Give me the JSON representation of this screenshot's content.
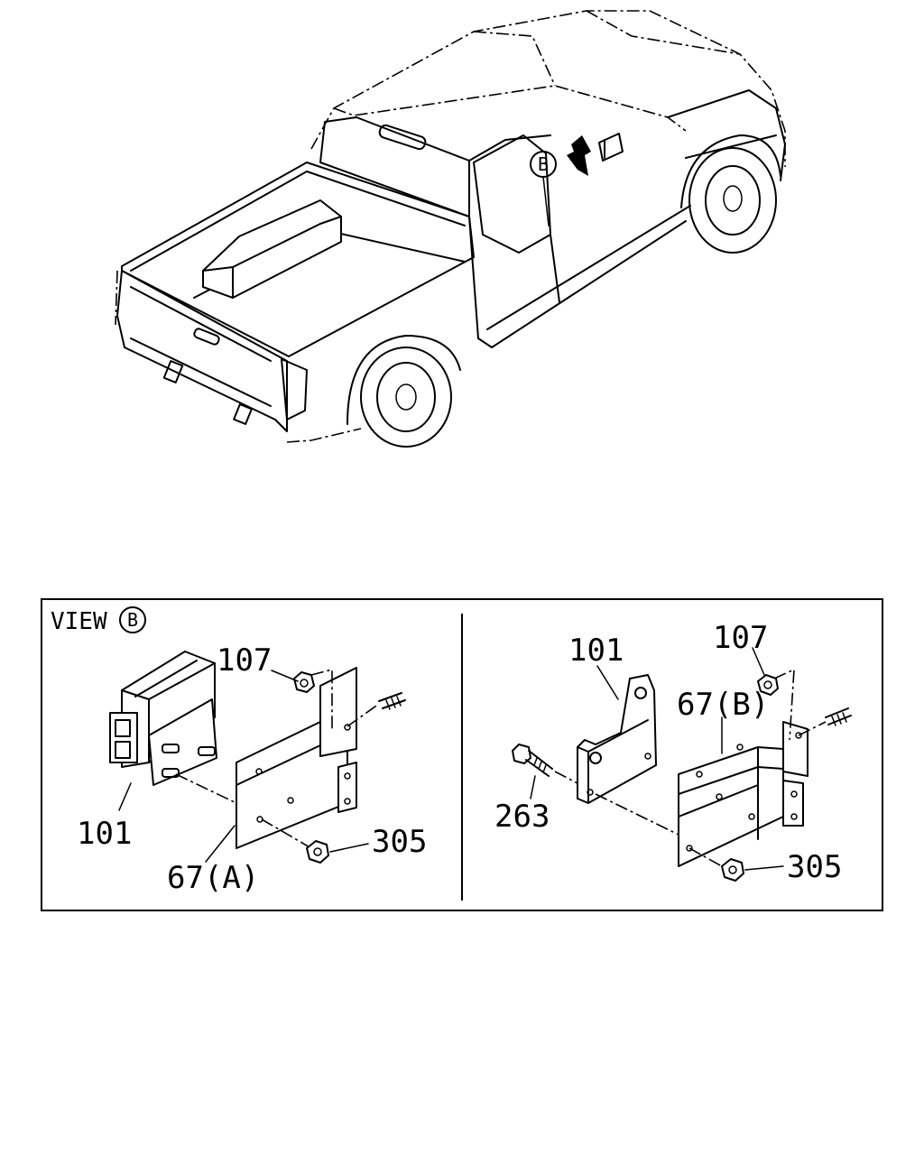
{
  "vehicle": {
    "view_marker": "B"
  },
  "view_panel": {
    "title": "VIEW",
    "view_marker": "B",
    "left_assembly": {
      "callouts": {
        "controller": "101",
        "nut_top": "107",
        "bracket": "67(A)",
        "nut_bottom": "305"
      }
    },
    "right_assembly": {
      "callouts": {
        "controller": "101",
        "nut_top": "107",
        "bracket": "67(B)",
        "bolt": "263",
        "nut_bottom": "305"
      }
    }
  },
  "icons": [
    "pickup-truck-illustration",
    "view-arrow-icon",
    "connector-icon",
    "nut-icon",
    "bolt-icon",
    "stud-icon"
  ]
}
